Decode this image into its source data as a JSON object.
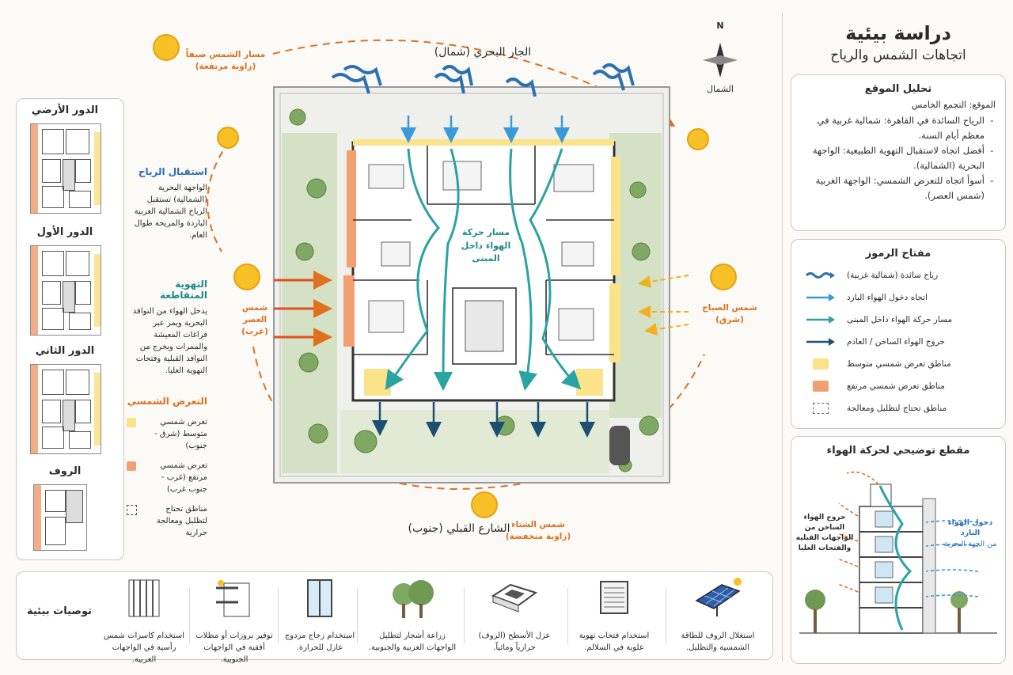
{
  "header": {
    "title": "دراسة بيئية",
    "subtitle": "اتجاهات الشمس والرياح"
  },
  "site_analysis": {
    "heading": "تحليل الموقع",
    "location": "الموقع: التجمع الخامس",
    "bullets": [
      "الرياح السائدة في القاهرة: شمالية غربية في معظم أيام السنة.",
      "أفضل اتجاه لاستقبال التهوية الطبيعية: الواجهة البحرية (الشمالية).",
      "أسوأ اتجاه للتعرض الشمسي: الواجهة الغربية (شمس العصر)."
    ]
  },
  "legend": {
    "heading": "مفتاح الرموز",
    "items": [
      {
        "label": "رياح سائدة (شمالية غربية)",
        "symbol": "wavy-arrow",
        "color": "#2c6fb3"
      },
      {
        "label": "اتجاه دخول الهواء البارد",
        "symbol": "arrow",
        "color": "#3a9ad9"
      },
      {
        "label": "مسار حركة الهواء داخل المبنى",
        "symbol": "arrow",
        "color": "#2aa3a3"
      },
      {
        "label": "خروج الهواء الساخن / العادم",
        "symbol": "arrow",
        "color": "#1d4f73"
      },
      {
        "label": "مناطق تعرض شمسي متوسط",
        "symbol": "swatch",
        "color": "#fbe38a"
      },
      {
        "label": "مناطق تعرض شمسي مرتفع",
        "symbol": "swatch",
        "color": "#f2a072"
      },
      {
        "label": "مناطق تحتاج لتظليل ومعالجة",
        "symbol": "dashed-box",
        "color": "#666666"
      }
    ]
  },
  "section": {
    "heading": "مقطع توضيحي لحركة الهواء",
    "in_label": "دخول الهواء البارد",
    "in_sub": "من الجهة البحرية",
    "out_label": "خروج الهواء الساخن من الواجهات القبلية والفتحات العليا"
  },
  "floors": {
    "items": [
      {
        "label": "الدور الأرضي"
      },
      {
        "label": "الدور الأول"
      },
      {
        "label": "الدور الثاني"
      },
      {
        "label": "الروف"
      }
    ],
    "wind_heading": "استقبال الرياح",
    "wind_text": "الواجهة البحرية (الشمالية) تستقبل الرياح الشمالية الغربية الباردة والمريحة طوال العام.",
    "cross_heading": "التهوية المتقاطعة",
    "cross_text": "يدخل الهواء من النوافذ البحرية ويمر عبر فراغات المعيشة والممرات ويخرج من النوافذ القبلية وفتحات التهوية العليا.",
    "sun_heading": "التعرض الشمسي",
    "sun_items": [
      {
        "label": "تعرض شمسي متوسط (شرق - جنوب)",
        "color": "#fbe38a"
      },
      {
        "label": "تعرض شمسي مرتفع (غرب - جنوب غرب)",
        "color": "#f2a072"
      },
      {
        "label": "مناطق تحتاج لتظليل ومعالجة حرارية",
        "color": "none"
      }
    ]
  },
  "plan": {
    "north_neighbor": "الجار البحري (شمال)",
    "south_street": "الشارع القبلي (جنوب)",
    "summer_path": "مسار الشمس صيفاً",
    "summer_path_sub": "(زاوية مرتفعة)",
    "west_sun": "شمس العصر",
    "west_sun_sub": "(غرب)",
    "east_sun": "شمس الصباح",
    "east_sun_sub": "(شرق)",
    "winter_sun": "شمس الشتاء",
    "winter_sun_sub": "(زاوية منخفضة)",
    "air_path": "مسار حركة الهواء داخل المبنى",
    "compass_n": "N",
    "compass_label": "الشمال"
  },
  "recommendations": {
    "heading": "توصيات بيئية",
    "items": [
      {
        "icon": "solar-panel-icon",
        "text": "استغلال الروف للطاقة الشمسية والتظليل."
      },
      {
        "icon": "vent-icon",
        "text": "استخدام فتحات تهوية علوية في السلالم."
      },
      {
        "icon": "roof-insulation-icon",
        "text": "عزل الأسطح (الروف) حرارياً ومائياً."
      },
      {
        "icon": "trees-icon",
        "text": "زراعة أشجار لتظليل الواجهات الغربية والجنوبية."
      },
      {
        "icon": "double-glazing-icon",
        "text": "استخدام زجاج مزدوج عازل للحرارة."
      },
      {
        "icon": "pergola-icon",
        "text": "توفير بروزات أو مظلات أفقية في الواجهات الجنوبية."
      },
      {
        "icon": "brise-soleil-icon",
        "text": "استخدام كاسرات شمس رأسية في الواجهات الغربية."
      }
    ]
  },
  "colors": {
    "orange": "#e0701e",
    "blue": "#2c6fb3",
    "teal": "#2aa3a3",
    "dark": "#1d4f73",
    "yellow": "#fbe38a",
    "salmon": "#f2a072"
  }
}
